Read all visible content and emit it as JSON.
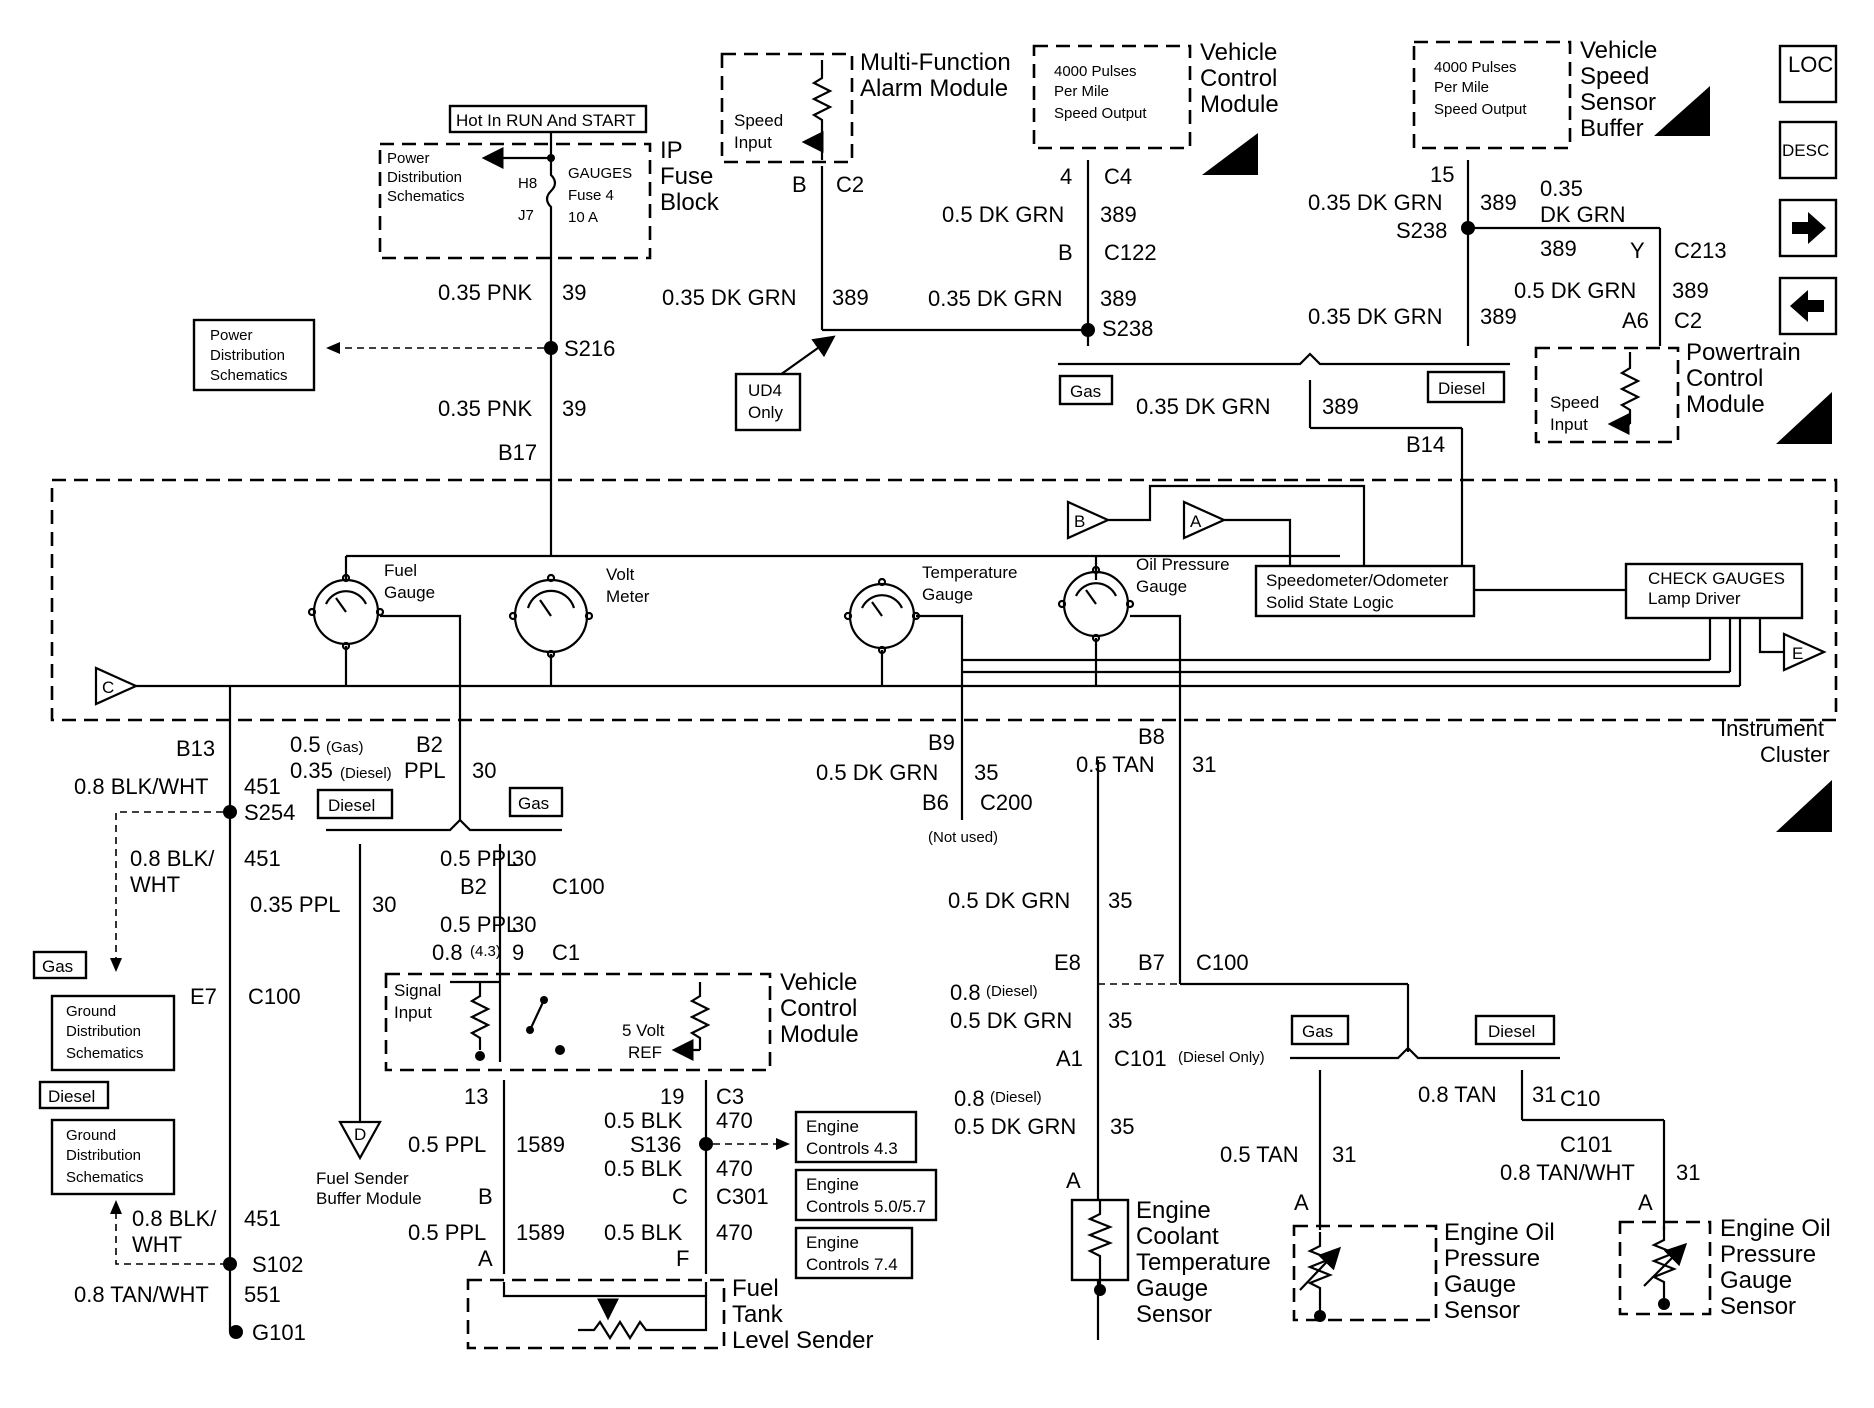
{
  "labels": {
    "hot_in_run": "Hot In RUN And START",
    "power_dist_top_line1": "Power",
    "power_dist_top_line2": "Distribution",
    "power_dist_top_line3": "Schematics",
    "fuse_h8": "H8",
    "fuse_j7": "J7",
    "fuse_gauges": "GAUGES",
    "fuse_num": "Fuse 4",
    "fuse_amps": "10 A",
    "ip_fuse_1": "IP",
    "ip_fuse_2": "Fuse",
    "ip_fuse_3": "Block",
    "mfa_1": "Multi-Function",
    "mfa_2": "Alarm Module",
    "mfa_speed_1": "Speed",
    "mfa_speed_2": "Input",
    "vcm_top_p1": "4000 Pulses",
    "vcm_top_p2": "Per Mile",
    "vcm_top_p3": "Speed Output",
    "vcm_top_1": "Vehicle",
    "vcm_top_2": "Control",
    "vcm_top_3": "Module",
    "vss_p1": "4000 Pulses",
    "vss_p2": "Per Mile",
    "vss_p3": "Speed Output",
    "vss_1": "Vehicle",
    "vss_2": "Speed",
    "vss_3": "Sensor",
    "vss_4": "Buffer",
    "pcm_1": "Powertrain",
    "pcm_2": "Control",
    "pcm_3": "Module",
    "pcm_speed_1": "Speed",
    "pcm_speed_2": "Input",
    "ud4_1": "UD4",
    "ud4_2": "Only",
    "gas": "Gas",
    "diesel": "Diesel",
    "w_pnk": "0.35 PNK",
    "w_39": "39",
    "s216": "S216",
    "b17": "B17",
    "b14": "B14",
    "w_dkgrn_035": "0.35 DK GRN",
    "w_dkgrn_05": "0.5 DK GRN",
    "w_389": "389",
    "b": "B",
    "c2": "C2",
    "c4": "C4",
    "four": "4",
    "c122": "C122",
    "s238": "S238",
    "fifteen": "15",
    "w_035": "0.35",
    "w_dkgrn": "DK GRN",
    "y": "Y",
    "c213": "C213",
    "a6": "A6",
    "fuel_gauge_1": "Fuel",
    "fuel_gauge_2": "Gauge",
    "volt_1": "Volt",
    "volt_2": "Meter",
    "temp_1": "Temperature",
    "temp_2": "Gauge",
    "oil_1": "Oil Pressure",
    "oil_2": "Gauge",
    "speedo_1": "Speedometer/Odometer",
    "speedo_2": "Solid State Logic",
    "check_1": "CHECK GAUGES",
    "check_2": "Lamp Driver",
    "tri_a": "A",
    "tri_b": "B",
    "tri_c": "C",
    "tri_d": "D",
    "tri_e": "E",
    "ic_1": "Instrument",
    "ic_2": "Cluster",
    "b13": "B13",
    "w_blkwht": "0.8 BLK/WHT",
    "w_451": "451",
    "s254": "S254",
    "w_blk_1": "0.8 BLK/",
    "w_blk_2": "WHT",
    "w_ppl_gas": "0.5",
    "w_ppl_gas_s": "(Gas)",
    "w_ppl_dsl": "0.35",
    "w_ppl_dsl_s": "(Diesel)",
    "ppl": "PPL",
    "b2": "B2",
    "w_30": "30",
    "w_ppl035": "0.35 PPL",
    "w_ppl05": "0.5 PPL",
    "c100": "C100",
    "w_08": "0.8",
    "w_43": "(4.3)",
    "w_9": "9",
    "c1": "C1",
    "e7": "E7",
    "gnd_1": "Ground",
    "gnd_2": "Distribution",
    "gnd_3": "Schematics",
    "vcm_low_1": "Vehicle",
    "vcm_low_2": "Control",
    "vcm_low_3": "Module",
    "sig_1": "Signal",
    "sig_2": "Input",
    "fivev_1": "5 Volt",
    "fivev_2": "REF",
    "thirteen": "13",
    "nineteen": "19",
    "c3": "C3",
    "w_470": "470",
    "w_blk05": "0.5 BLK",
    "s136": "S136",
    "w_1589": "1589",
    "c": "C",
    "c301": "C301",
    "a": "A",
    "f": "F",
    "ec43_1": "Engine",
    "ec43_2": "Controls 4.3",
    "ec50_1": "Engine",
    "ec50_2": "Controls 5.0/5.7",
    "ec74_1": "Engine",
    "ec74_2": "Controls 7.4",
    "fsb_1": "Fuel Sender",
    "fsb_2": "Buffer Module",
    "ftl_1": "Fuel",
    "ftl_2": "Tank",
    "ftl_3": "Level Sender",
    "s102": "S102",
    "w_tanwht": "0.8 TAN/WHT",
    "w_551": "551",
    "g101": "G101",
    "b9": "B9",
    "w_35": "35",
    "b6": "B6",
    "c200": "C200",
    "not_used": "(Not used)",
    "b8": "B8",
    "w_tan05": "0.5 TAN",
    "w_31": "31",
    "e8": "E8",
    "b7": "B7",
    "w_08dsl": "(Diesel)",
    "a1": "A1",
    "c101": "C101",
    "diesel_only": "(Diesel Only)",
    "w_tan08": "0.8 TAN",
    "c10": "C10",
    "w_tanwht08": "0.8 TAN/WHT",
    "ect_1": "Engine",
    "ect_2": "Coolant",
    "ect_3": "Temperature",
    "ect_4": "Gauge",
    "ect_5": "Sensor",
    "eop_1": "Engine Oil",
    "eop_2": "Pressure",
    "eop_3": "Gauge",
    "eop_4": "Sensor",
    "loc": "LOC",
    "desc": "DESC"
  }
}
